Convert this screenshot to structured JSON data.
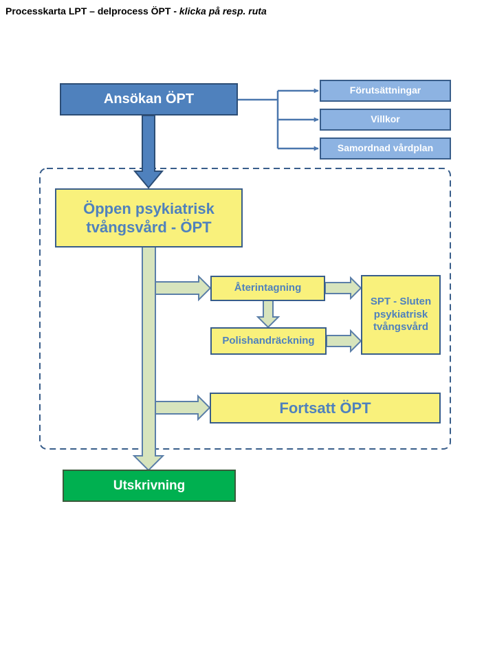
{
  "title": {
    "prefix": "Processkarta LPT – delprocess ÖPT - ",
    "instruction": "klicka på resp. ruta"
  },
  "boxes": {
    "ansokan": "Ansökan ÖPT",
    "forutsattningar": "Förutsättningar",
    "villkor": "Villkor",
    "samordnad": "Samordnad vårdplan",
    "oppen_line1": "Öppen psykiatrisk",
    "oppen_line2": "tvångsvård - ÖPT",
    "aterintagning": "Återintagning",
    "polishandrackning": "Polishandräckning",
    "spt_line1": "SPT - Sluten",
    "spt_line2": "psykiatrisk",
    "spt_line3": "tvångsvård",
    "fortsatt": "Fortsatt ÖPT",
    "utskrivning": "Utskrivning"
  },
  "colors": {
    "dark_blue": "#4f81bd",
    "light_blue": "#8db3e2",
    "yellow": "#f9f17c",
    "green": "#00b050",
    "pale_green_arrow": "#d7e4bd",
    "dashed_border": "#385d8a"
  }
}
